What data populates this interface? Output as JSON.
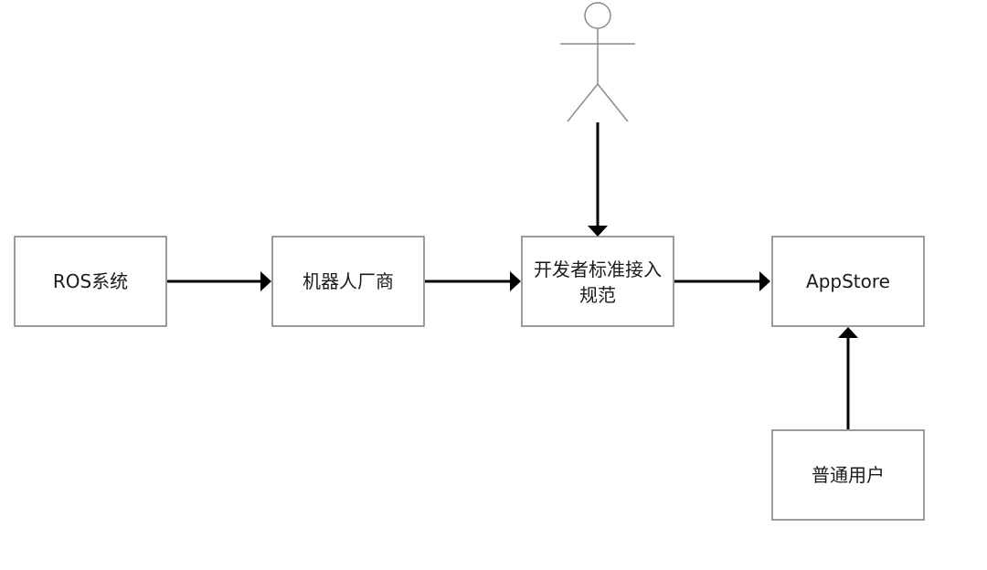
{
  "diagram": {
    "nodes": {
      "ros": {
        "label": "ROS系统"
      },
      "vendor": {
        "label": "机器人厂商"
      },
      "spec": {
        "label_line1": "开发者标准接入",
        "label_line2": "规范"
      },
      "appstore": {
        "label": "AppStore"
      },
      "user": {
        "label": "普通用户"
      }
    },
    "actor": {
      "label": ""
    },
    "edges": [
      {
        "from": "ros",
        "to": "vendor"
      },
      {
        "from": "vendor",
        "to": "spec"
      },
      {
        "from": "spec",
        "to": "appstore"
      },
      {
        "from": "actor",
        "to": "spec"
      },
      {
        "from": "user",
        "to": "appstore"
      }
    ],
    "colors": {
      "box_stroke": "#7a7a7a",
      "arrow": "#000000",
      "actor_stroke": "#8a8a8a",
      "text": "#1a1a1a"
    }
  }
}
